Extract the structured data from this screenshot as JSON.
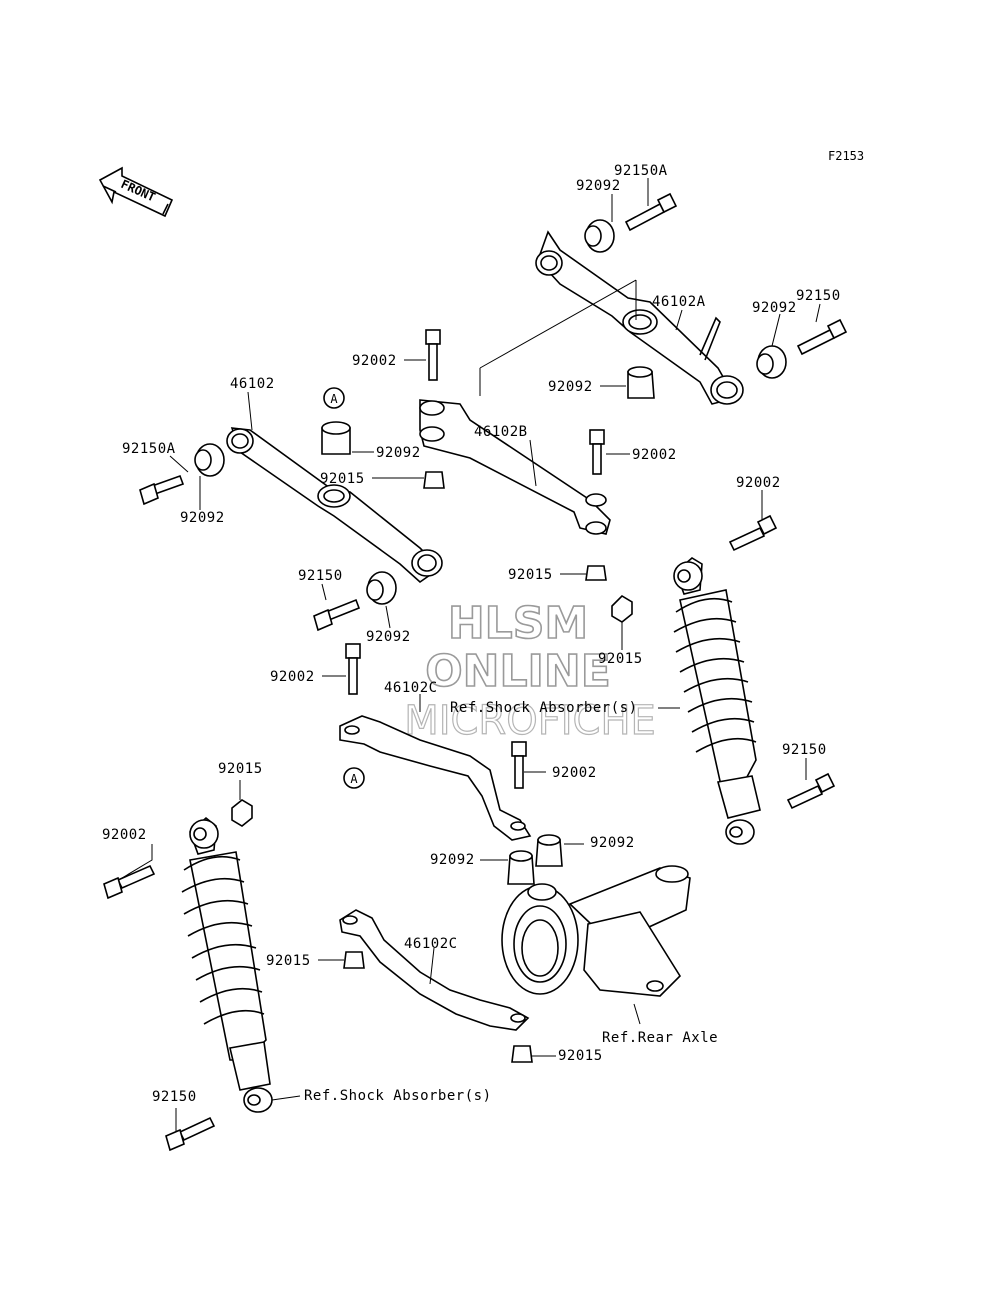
{
  "figure_code": "F2153",
  "front_label": "FRONT",
  "watermark": {
    "line1": "HLSM",
    "line2": "ONLINE",
    "line3": "MICROFICHE"
  },
  "callout_marker": "A",
  "labels": {
    "l_92150A_top": "92150A",
    "l_92092_top": "92092",
    "l_46102A": "46102A",
    "l_92150_right": "92150",
    "l_92092_right": "92092",
    "l_92092_mid": "92092",
    "l_92002_top": "92002",
    "l_46102": "46102",
    "l_46102B": "46102B",
    "l_92092_a": "92092",
    "l_92015_a": "92015",
    "l_92150A_left": "92150A",
    "l_92092_left": "92092",
    "l_92002_b": "92002",
    "l_92002_right": "92002",
    "l_92015_b": "92015",
    "l_92150_mid": "92150",
    "l_92092_lowleft": "92092",
    "l_92015_c": "92015",
    "l_92002_c": "92002",
    "l_46102C_top": "46102C",
    "ref_shock_right": "Ref.Shock Absorber(s)",
    "l_92150_shock_r": "92150",
    "l_92002_d": "92002",
    "l_92015_d": "92015",
    "l_92092_e": "92092",
    "l_92092_f": "92092",
    "l_92002_e": "92002",
    "l_92015_e": "92015",
    "l_46102C_bottom": "46102C",
    "ref_rear_axle": "Ref.Rear Axle",
    "l_92015_f": "92015",
    "l_92150_bottom": "92150",
    "ref_shock_left": "Ref.Shock Absorber(s)"
  }
}
